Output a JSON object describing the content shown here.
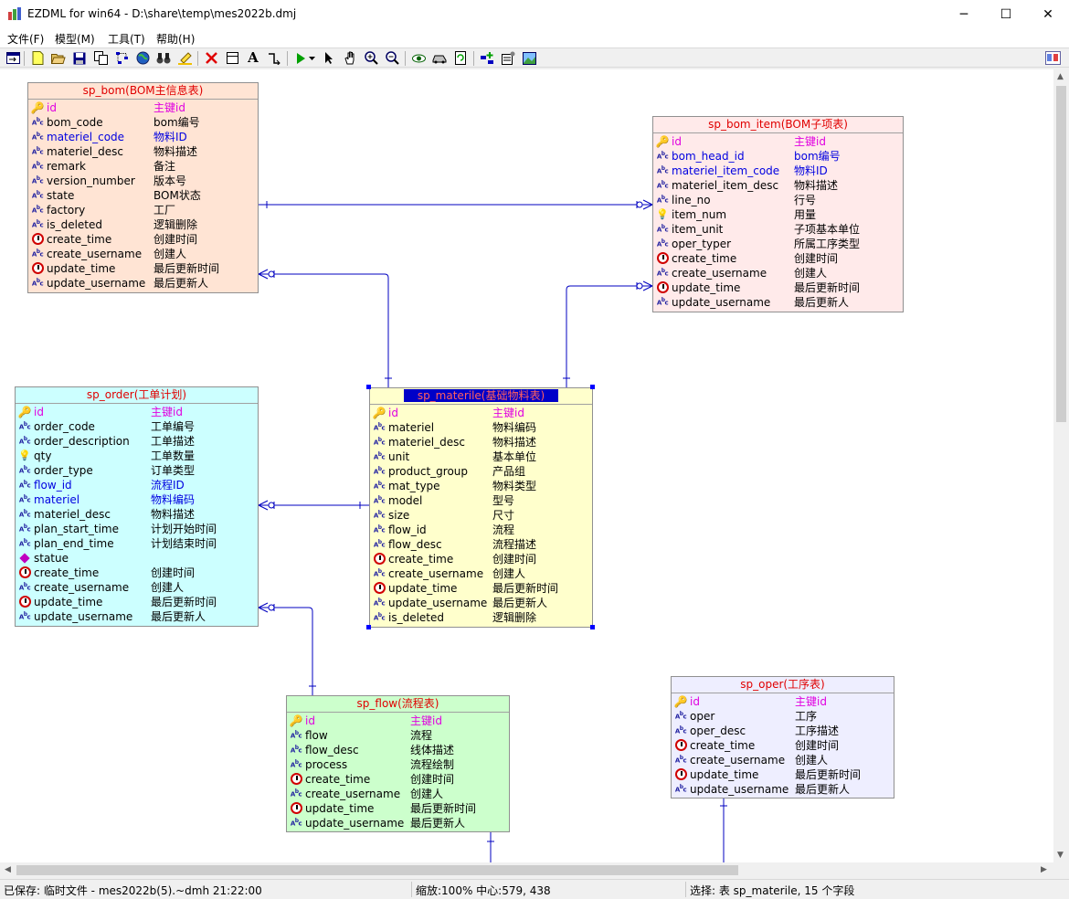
{
  "window": {
    "title": "EZDML for win64 - D:\\share\\temp\\mes2022b.dmj",
    "minimize": "─",
    "maximize": "☐",
    "close": "✕"
  },
  "menu": [
    "文件(F)",
    "模型(M)",
    "工具(T)",
    "帮助(H)"
  ],
  "tables": {
    "sp_bom": {
      "title": "sp_bom(BOM主信息表)",
      "bg": "#ffe4d4",
      "fields": [
        {
          "name": "id",
          "comment": "主键id",
          "icon": "key-icon",
          "kind": "pk"
        },
        {
          "name": "bom_code",
          "comment": "bom编号",
          "icon": "text-type-icon",
          "kind": ""
        },
        {
          "name": "materiel_code",
          "comment": "物料ID",
          "icon": "text-type-icon",
          "kind": "fk"
        },
        {
          "name": "materiel_desc",
          "comment": "物料描述",
          "icon": "text-type-icon",
          "kind": ""
        },
        {
          "name": "remark",
          "comment": "备注",
          "icon": "text-type-icon",
          "kind": ""
        },
        {
          "name": "version_number",
          "comment": "版本号",
          "icon": "text-type-icon",
          "kind": ""
        },
        {
          "name": "state",
          "comment": "BOM状态",
          "icon": "text-type-icon",
          "kind": ""
        },
        {
          "name": "factory",
          "comment": "工厂",
          "icon": "text-type-icon",
          "kind": ""
        },
        {
          "name": "is_deleted",
          "comment": "逻辑删除",
          "icon": "text-type-icon",
          "kind": ""
        },
        {
          "name": "create_time",
          "comment": "创建时间",
          "icon": "clock-icon",
          "kind": ""
        },
        {
          "name": "create_username",
          "comment": "创建人",
          "icon": "text-type-icon",
          "kind": ""
        },
        {
          "name": "update_time",
          "comment": "最后更新时间",
          "icon": "clock-icon",
          "kind": ""
        },
        {
          "name": "update_username",
          "comment": "最后更新人",
          "icon": "text-type-icon",
          "kind": ""
        }
      ]
    },
    "sp_bom_item": {
      "title": "sp_bom_item(BOM子项表)",
      "bg": "#ffeaea",
      "fields": [
        {
          "name": "id",
          "comment": "主键id",
          "icon": "key-icon",
          "kind": "pk"
        },
        {
          "name": "bom_head_id",
          "comment": "bom编号",
          "icon": "text-type-icon",
          "kind": "fk"
        },
        {
          "name": "materiel_item_code",
          "comment": "物料ID",
          "icon": "text-type-icon",
          "kind": "fk"
        },
        {
          "name": "materiel_item_desc",
          "comment": "物料描述",
          "icon": "text-type-icon",
          "kind": ""
        },
        {
          "name": "line_no",
          "comment": "行号",
          "icon": "text-type-icon",
          "kind": ""
        },
        {
          "name": "item_num",
          "comment": "用量",
          "icon": "number-icon",
          "kind": ""
        },
        {
          "name": "item_unit",
          "comment": "子项基本单位",
          "icon": "text-type-icon",
          "kind": ""
        },
        {
          "name": "oper_typer",
          "comment": "所属工序类型",
          "icon": "text-type-icon",
          "kind": ""
        },
        {
          "name": "create_time",
          "comment": "创建时间",
          "icon": "clock-icon",
          "kind": ""
        },
        {
          "name": "create_username",
          "comment": "创建人",
          "icon": "text-type-icon",
          "kind": ""
        },
        {
          "name": "update_time",
          "comment": "最后更新时间",
          "icon": "clock-icon",
          "kind": ""
        },
        {
          "name": "update_username",
          "comment": "最后更新人",
          "icon": "text-type-icon",
          "kind": ""
        }
      ]
    },
    "sp_order": {
      "title": "sp_order(工单计划)",
      "bg": "#ccffff",
      "fields": [
        {
          "name": "id",
          "comment": "主键id",
          "icon": "key-icon",
          "kind": "pk"
        },
        {
          "name": "order_code",
          "comment": "工单编号",
          "icon": "text-type-icon",
          "kind": ""
        },
        {
          "name": "order_description",
          "comment": "工单描述",
          "icon": "text-type-icon",
          "kind": ""
        },
        {
          "name": "qty",
          "comment": "工单数量",
          "icon": "number-icon",
          "kind": ""
        },
        {
          "name": "order_type",
          "comment": "订单类型",
          "icon": "text-type-icon",
          "kind": ""
        },
        {
          "name": "flow_id",
          "comment": "流程ID",
          "icon": "text-type-icon",
          "kind": "fk"
        },
        {
          "name": "materiel",
          "comment": "物料编码",
          "icon": "text-type-icon",
          "kind": "fk"
        },
        {
          "name": "materiel_desc",
          "comment": "物料描述",
          "icon": "text-type-icon",
          "kind": ""
        },
        {
          "name": "plan_start_time",
          "comment": "计划开始时间",
          "icon": "text-type-icon",
          "kind": ""
        },
        {
          "name": "plan_end_time",
          "comment": "计划结束时间",
          "icon": "text-type-icon",
          "kind": ""
        },
        {
          "name": "statue",
          "comment": "",
          "icon": "enum-icon",
          "kind": ""
        },
        {
          "name": "create_time",
          "comment": "创建时间",
          "icon": "clock-icon",
          "kind": ""
        },
        {
          "name": "create_username",
          "comment": "创建人",
          "icon": "text-type-icon",
          "kind": ""
        },
        {
          "name": "update_time",
          "comment": "最后更新时间",
          "icon": "clock-icon",
          "kind": ""
        },
        {
          "name": "update_username",
          "comment": "最后更新人",
          "icon": "text-type-icon",
          "kind": ""
        }
      ]
    },
    "sp_materile": {
      "title": "sp_materile(基础物料表)",
      "bg": "#ffffcc",
      "fields": [
        {
          "name": "id",
          "comment": "主键id",
          "icon": "key-icon",
          "kind": "pk"
        },
        {
          "name": "materiel",
          "comment": "物料编码",
          "icon": "text-type-icon",
          "kind": ""
        },
        {
          "name": "materiel_desc",
          "comment": "物料描述",
          "icon": "text-type-icon",
          "kind": ""
        },
        {
          "name": "unit",
          "comment": "基本单位",
          "icon": "text-type-icon",
          "kind": ""
        },
        {
          "name": "product_group",
          "comment": "产品组",
          "icon": "text-type-icon",
          "kind": ""
        },
        {
          "name": "mat_type",
          "comment": "物料类型",
          "icon": "text-type-icon",
          "kind": ""
        },
        {
          "name": "model",
          "comment": "型号",
          "icon": "text-type-icon",
          "kind": ""
        },
        {
          "name": "size",
          "comment": "尺寸",
          "icon": "text-type-icon",
          "kind": ""
        },
        {
          "name": "flow_id",
          "comment": "流程",
          "icon": "text-type-icon",
          "kind": ""
        },
        {
          "name": "flow_desc",
          "comment": "流程描述",
          "icon": "text-type-icon",
          "kind": ""
        },
        {
          "name": "create_time",
          "comment": "创建时间",
          "icon": "clock-icon",
          "kind": ""
        },
        {
          "name": "create_username",
          "comment": "创建人",
          "icon": "text-type-icon",
          "kind": ""
        },
        {
          "name": "update_time",
          "comment": "最后更新时间",
          "icon": "clock-icon",
          "kind": ""
        },
        {
          "name": "update_username",
          "comment": "最后更新人",
          "icon": "text-type-icon",
          "kind": ""
        },
        {
          "name": "is_deleted",
          "comment": "逻辑删除",
          "icon": "text-type-icon",
          "kind": ""
        }
      ]
    },
    "sp_flow": {
      "title": "sp_flow(流程表)",
      "bg": "#ccffcc",
      "fields": [
        {
          "name": "id",
          "comment": "主键id",
          "icon": "key-icon",
          "kind": "pk"
        },
        {
          "name": "flow",
          "comment": "流程",
          "icon": "text-type-icon",
          "kind": ""
        },
        {
          "name": "flow_desc",
          "comment": "线体描述",
          "icon": "text-type-icon",
          "kind": ""
        },
        {
          "name": "process",
          "comment": "流程绘制",
          "icon": "text-type-icon",
          "kind": ""
        },
        {
          "name": "create_time",
          "comment": "创建时间",
          "icon": "clock-icon",
          "kind": ""
        },
        {
          "name": "create_username",
          "comment": "创建人",
          "icon": "text-type-icon",
          "kind": ""
        },
        {
          "name": "update_time",
          "comment": "最后更新时间",
          "icon": "clock-icon",
          "kind": ""
        },
        {
          "name": "update_username",
          "comment": "最后更新人",
          "icon": "text-type-icon",
          "kind": ""
        }
      ]
    },
    "sp_oper": {
      "title": "sp_oper(工序表)",
      "bg": "#eeeeff",
      "fields": [
        {
          "name": "id",
          "comment": "主键id",
          "icon": "key-icon",
          "kind": "pk"
        },
        {
          "name": "oper",
          "comment": "工序",
          "icon": "text-type-icon",
          "kind": ""
        },
        {
          "name": "oper_desc",
          "comment": "工序描述",
          "icon": "text-type-icon",
          "kind": ""
        },
        {
          "name": "create_time",
          "comment": "创建时间",
          "icon": "clock-icon",
          "kind": ""
        },
        {
          "name": "create_username",
          "comment": "创建人",
          "icon": "text-type-icon",
          "kind": ""
        },
        {
          "name": "update_time",
          "comment": "最后更新时间",
          "icon": "clock-icon",
          "kind": ""
        },
        {
          "name": "update_username",
          "comment": "最后更新人",
          "icon": "text-type-icon",
          "kind": ""
        }
      ]
    }
  },
  "status": {
    "saved": "已保存: 临时文件 - mes2022b(5).~dmh 21:22:00",
    "zoom": "缩放:100% 中心:579, 438",
    "selection": "选择: 表 sp_materile, 15 个字段"
  },
  "colors": {
    "pk": "#e000e0",
    "fk": "#0000e0",
    "title": "#e00000",
    "relation": "#0000c0"
  }
}
